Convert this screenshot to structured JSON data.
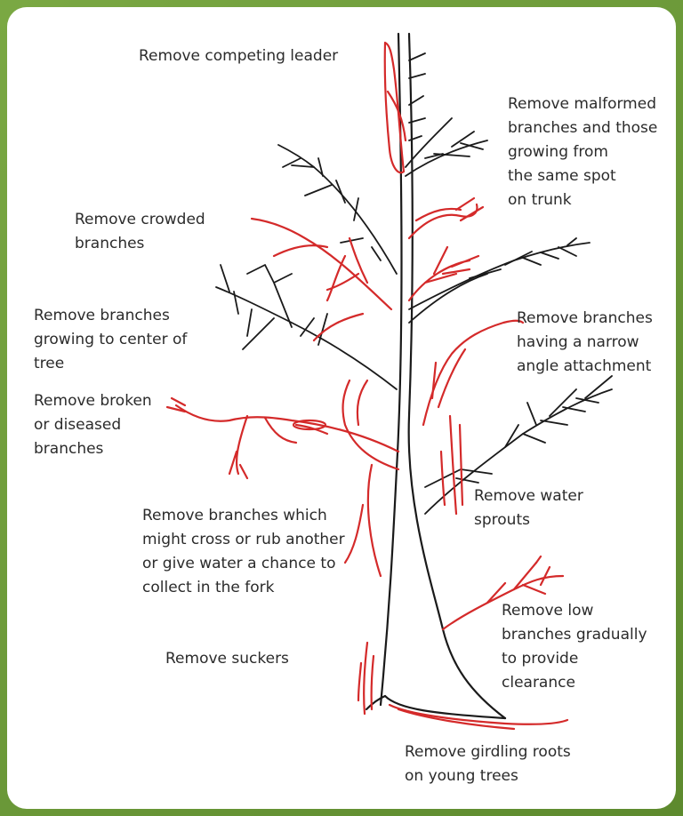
{
  "labels": {
    "competing_leader": "Remove competing leader",
    "malformed": "Remove malformed\nbranches and those\ngrowing from\nthe same spot\non trunk",
    "crowded": "Remove crowded\nbranches",
    "center": "Remove branches\ngrowing to center of\ntree",
    "narrow_angle": "Remove branches\nhaving a narrow\nangle attachment",
    "broken": "Remove broken\nor diseased\nbranches",
    "water_sprouts": "Remove water\nsprouts",
    "cross_rub": "Remove branches which\nmight cross or rub another\nor give water a chance to\ncollect in the fork",
    "low_branches": "Remove low\nbranches gradually\nto provide\nclearance",
    "suckers": "Remove suckers",
    "girdling_roots": "Remove girdling roots\non young trees"
  },
  "colors": {
    "frame": "#6e9a3a",
    "keep_branch": "#1a1a1a",
    "remove_branch": "#d42a2a",
    "text": "#2b2b2b"
  }
}
